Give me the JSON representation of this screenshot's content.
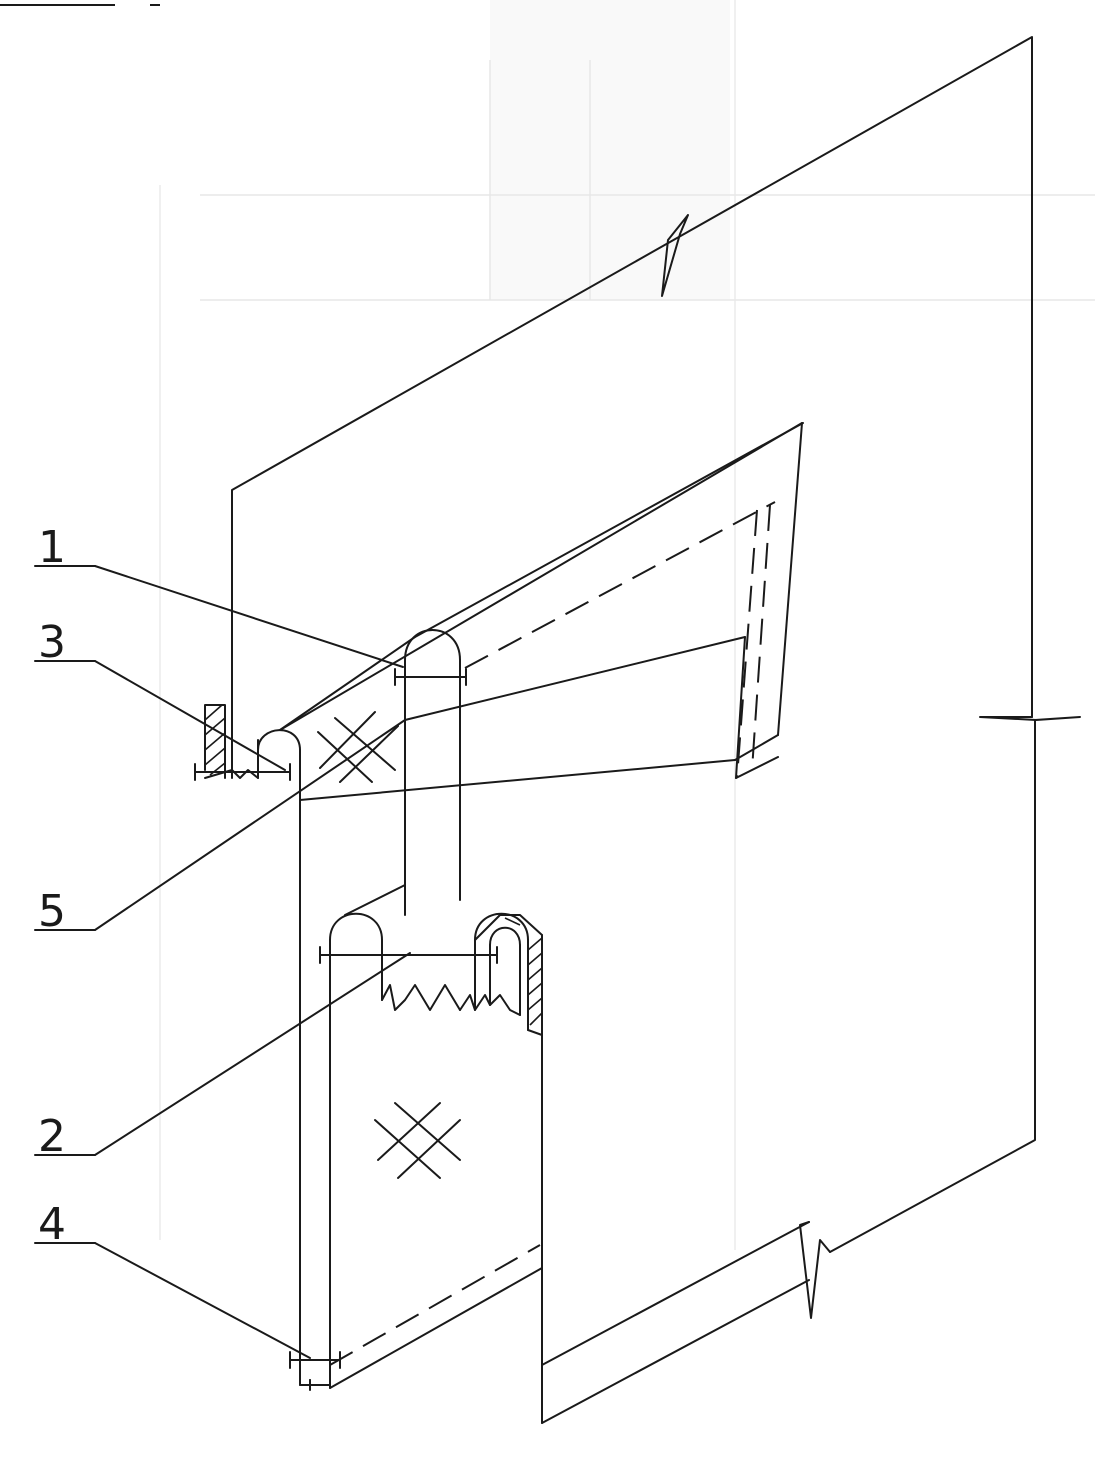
{
  "diagram": {
    "accent_color": "#1a1a1a",
    "background_color": "#ffffff",
    "callouts": [
      {
        "id": "c1",
        "label": "1"
      },
      {
        "id": "c2",
        "label": "2"
      },
      {
        "id": "c3",
        "label": "3"
      },
      {
        "id": "c4",
        "label": "4"
      },
      {
        "id": "c5",
        "label": "5"
      }
    ]
  }
}
